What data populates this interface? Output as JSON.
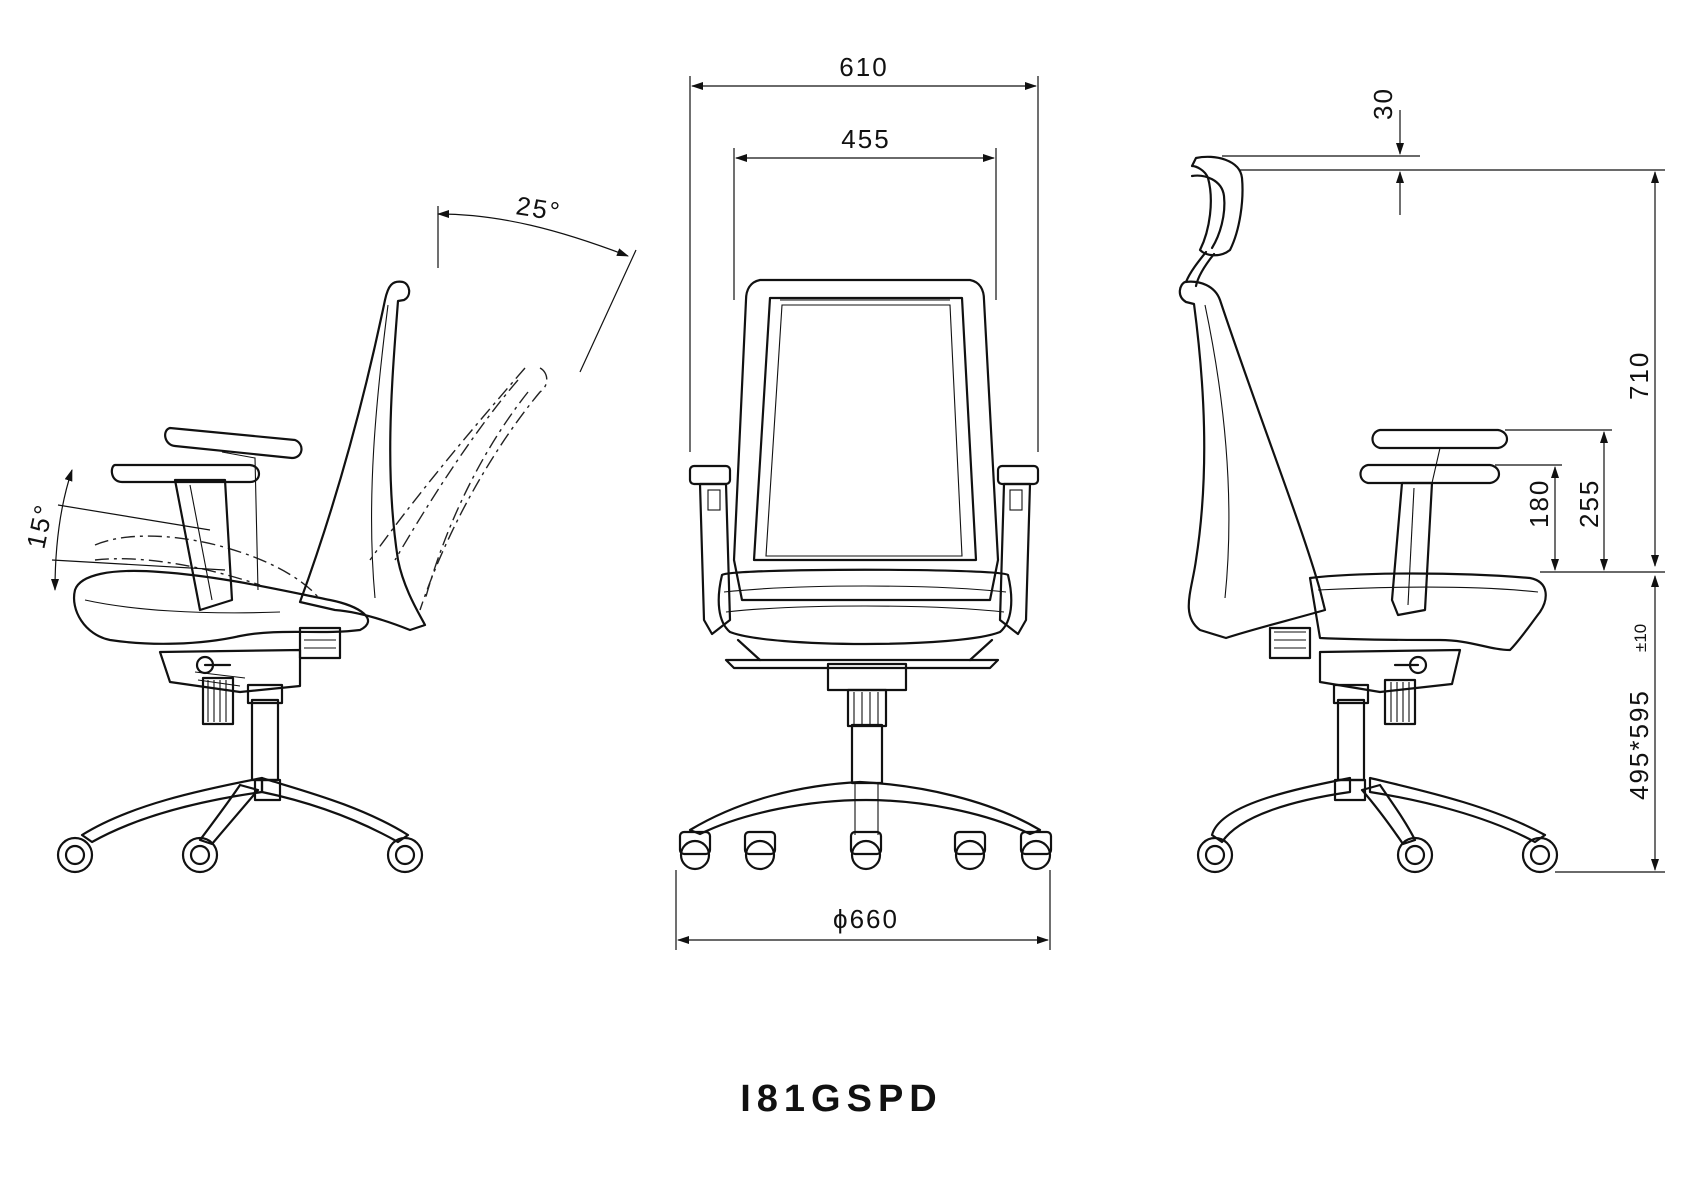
{
  "title": "I81GSPD",
  "views": {
    "left": {
      "angle_back": "25°",
      "angle_seat": "15°"
    },
    "front": {
      "width_overall": "610",
      "width_back": "455",
      "base_diameter": "ϕ660"
    },
    "right": {
      "headrest_adjust": "30",
      "back_height": "710",
      "arm_low": "180",
      "arm_high": "255",
      "seat_height": "495*595",
      "seat_height_tolerance": "±10"
    }
  }
}
